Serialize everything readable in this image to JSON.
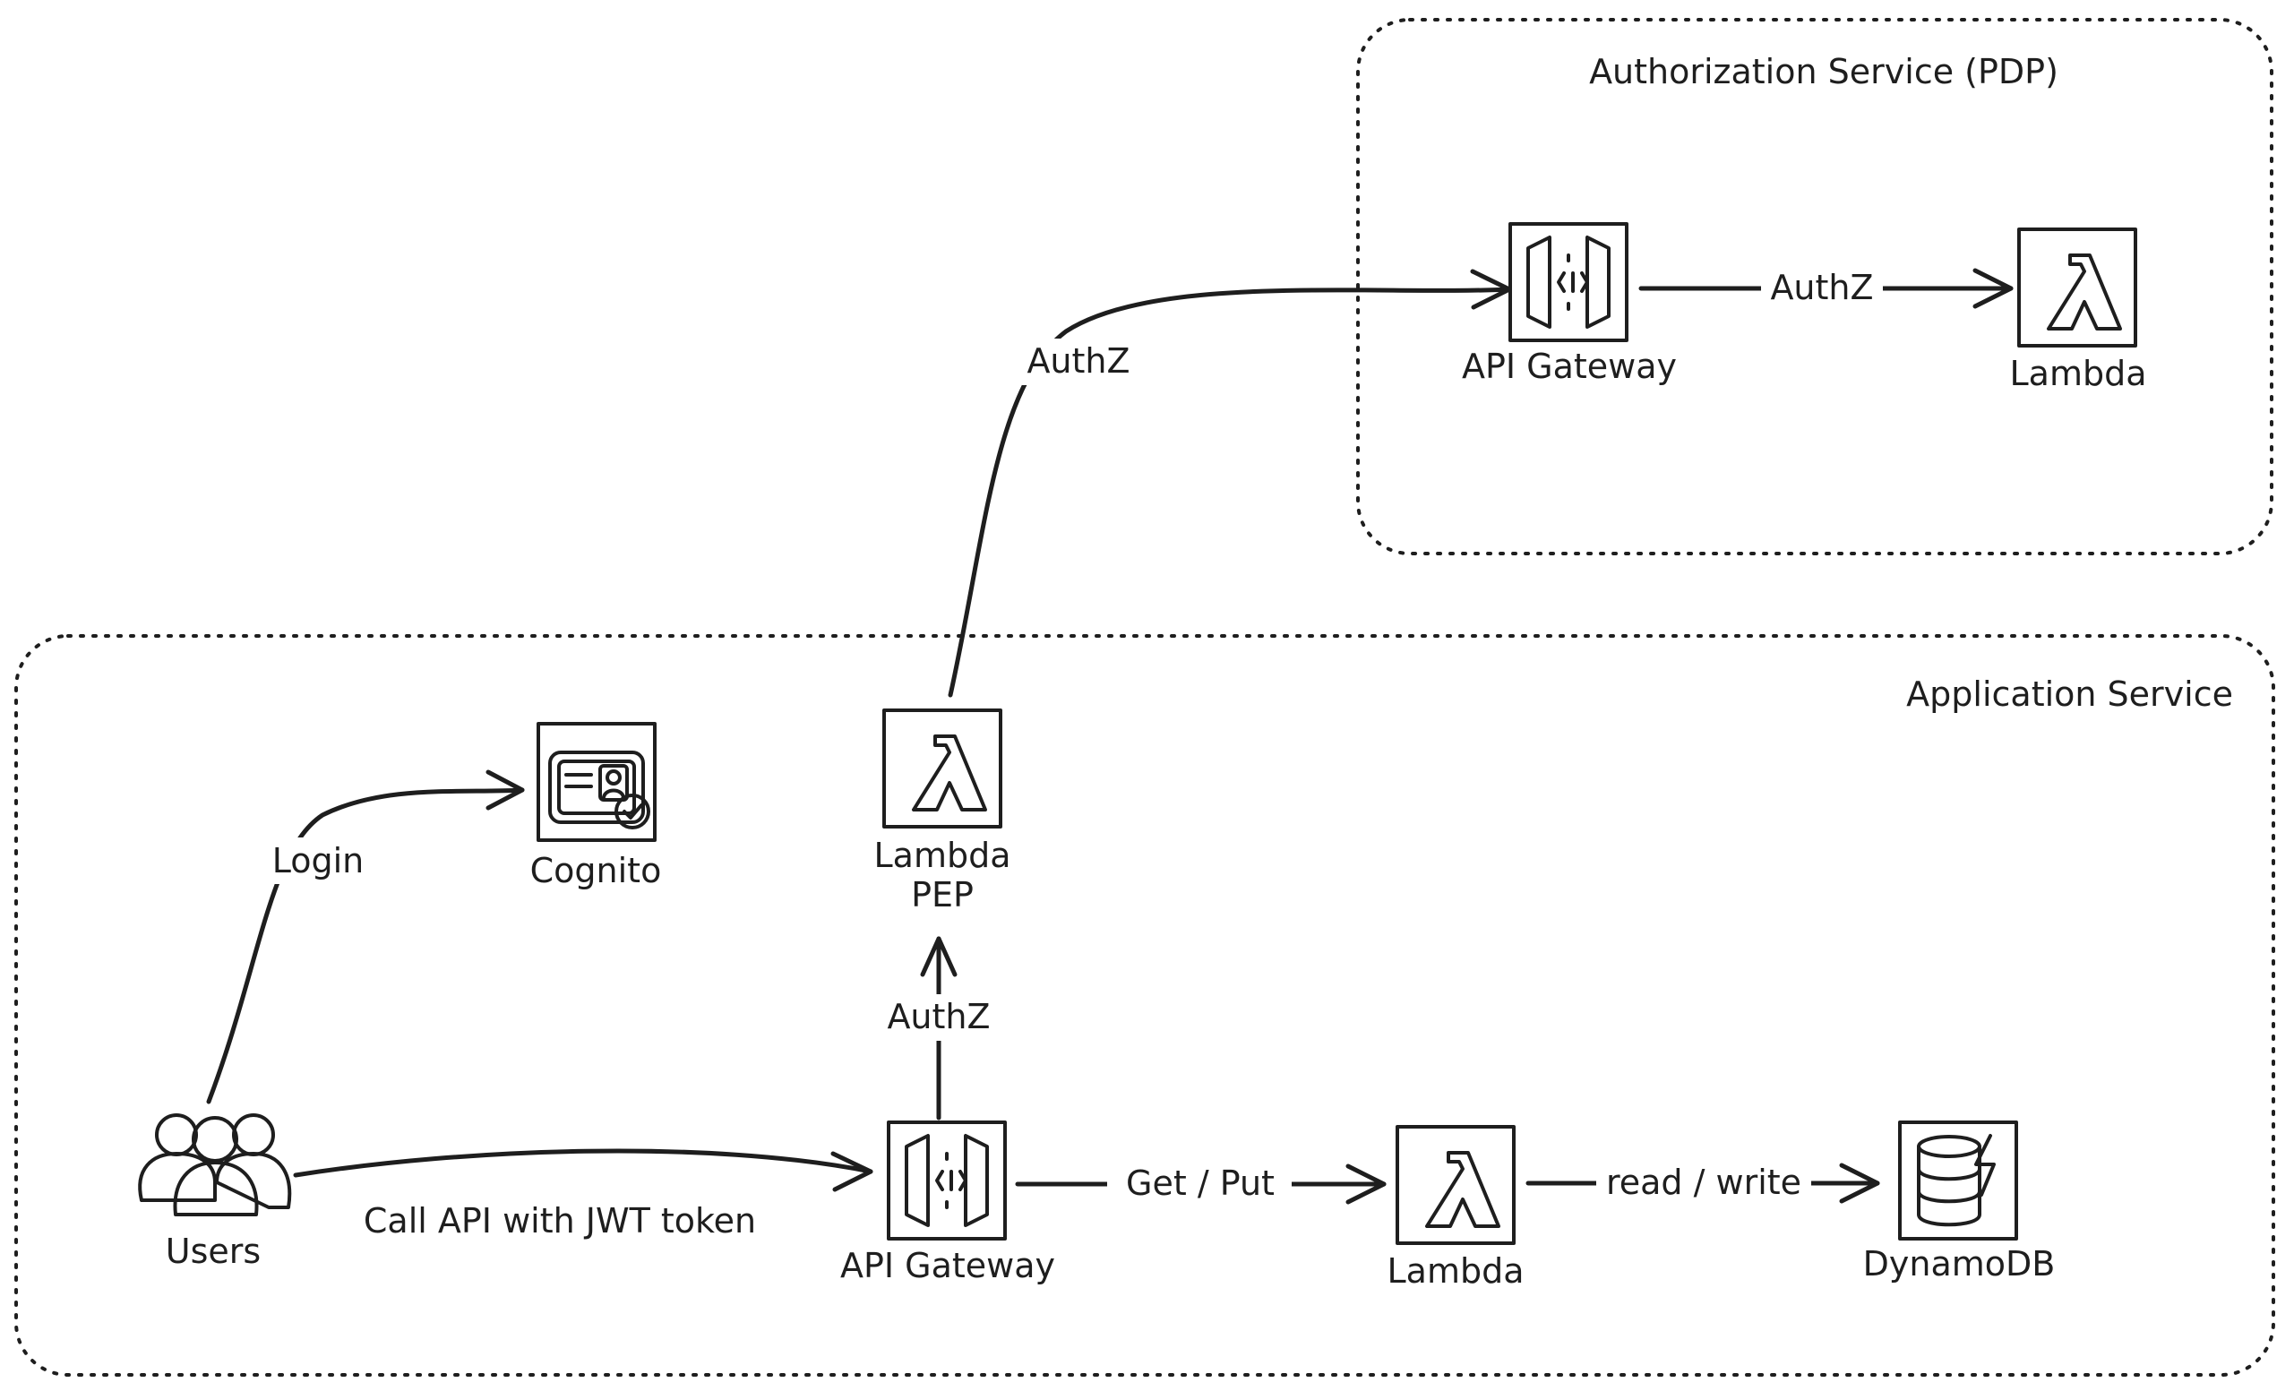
{
  "groups": {
    "authorization": {
      "label": "Authorization Service (PDP)"
    },
    "application": {
      "label": "Application Service"
    }
  },
  "nodes": {
    "users": {
      "label": "Users",
      "icon": "users-icon"
    },
    "cognito": {
      "label": "Cognito",
      "icon": "cognito-icon",
      "color": "#e03131"
    },
    "lambda_pep": {
      "label_line1": "Lambda",
      "label_line2": "PEP",
      "icon": "lambda-icon",
      "color": "#f08c00"
    },
    "api_gateway_app": {
      "label": "API Gateway",
      "icon": "api-gateway-icon",
      "color": "#c2255c"
    },
    "lambda_app": {
      "label": "Lambda",
      "icon": "lambda-icon",
      "color": "#f08c00"
    },
    "dynamodb": {
      "label": "DynamoDB",
      "icon": "dynamodb-icon",
      "color": "#4263eb"
    },
    "api_gateway_pdp": {
      "label": "API Gateway",
      "icon": "api-gateway-icon",
      "color": "#c2255c"
    },
    "lambda_pdp": {
      "label": "Lambda",
      "icon": "lambda-icon",
      "color": "#f08c00"
    }
  },
  "edges": {
    "login": "Login",
    "call_api": "Call API with JWT token",
    "authz_to_pep": "AuthZ",
    "get_put": "Get / Put",
    "read_write": "read / write",
    "authz_to_pdp": "AuthZ",
    "authz_pdp_internal": "AuthZ"
  }
}
